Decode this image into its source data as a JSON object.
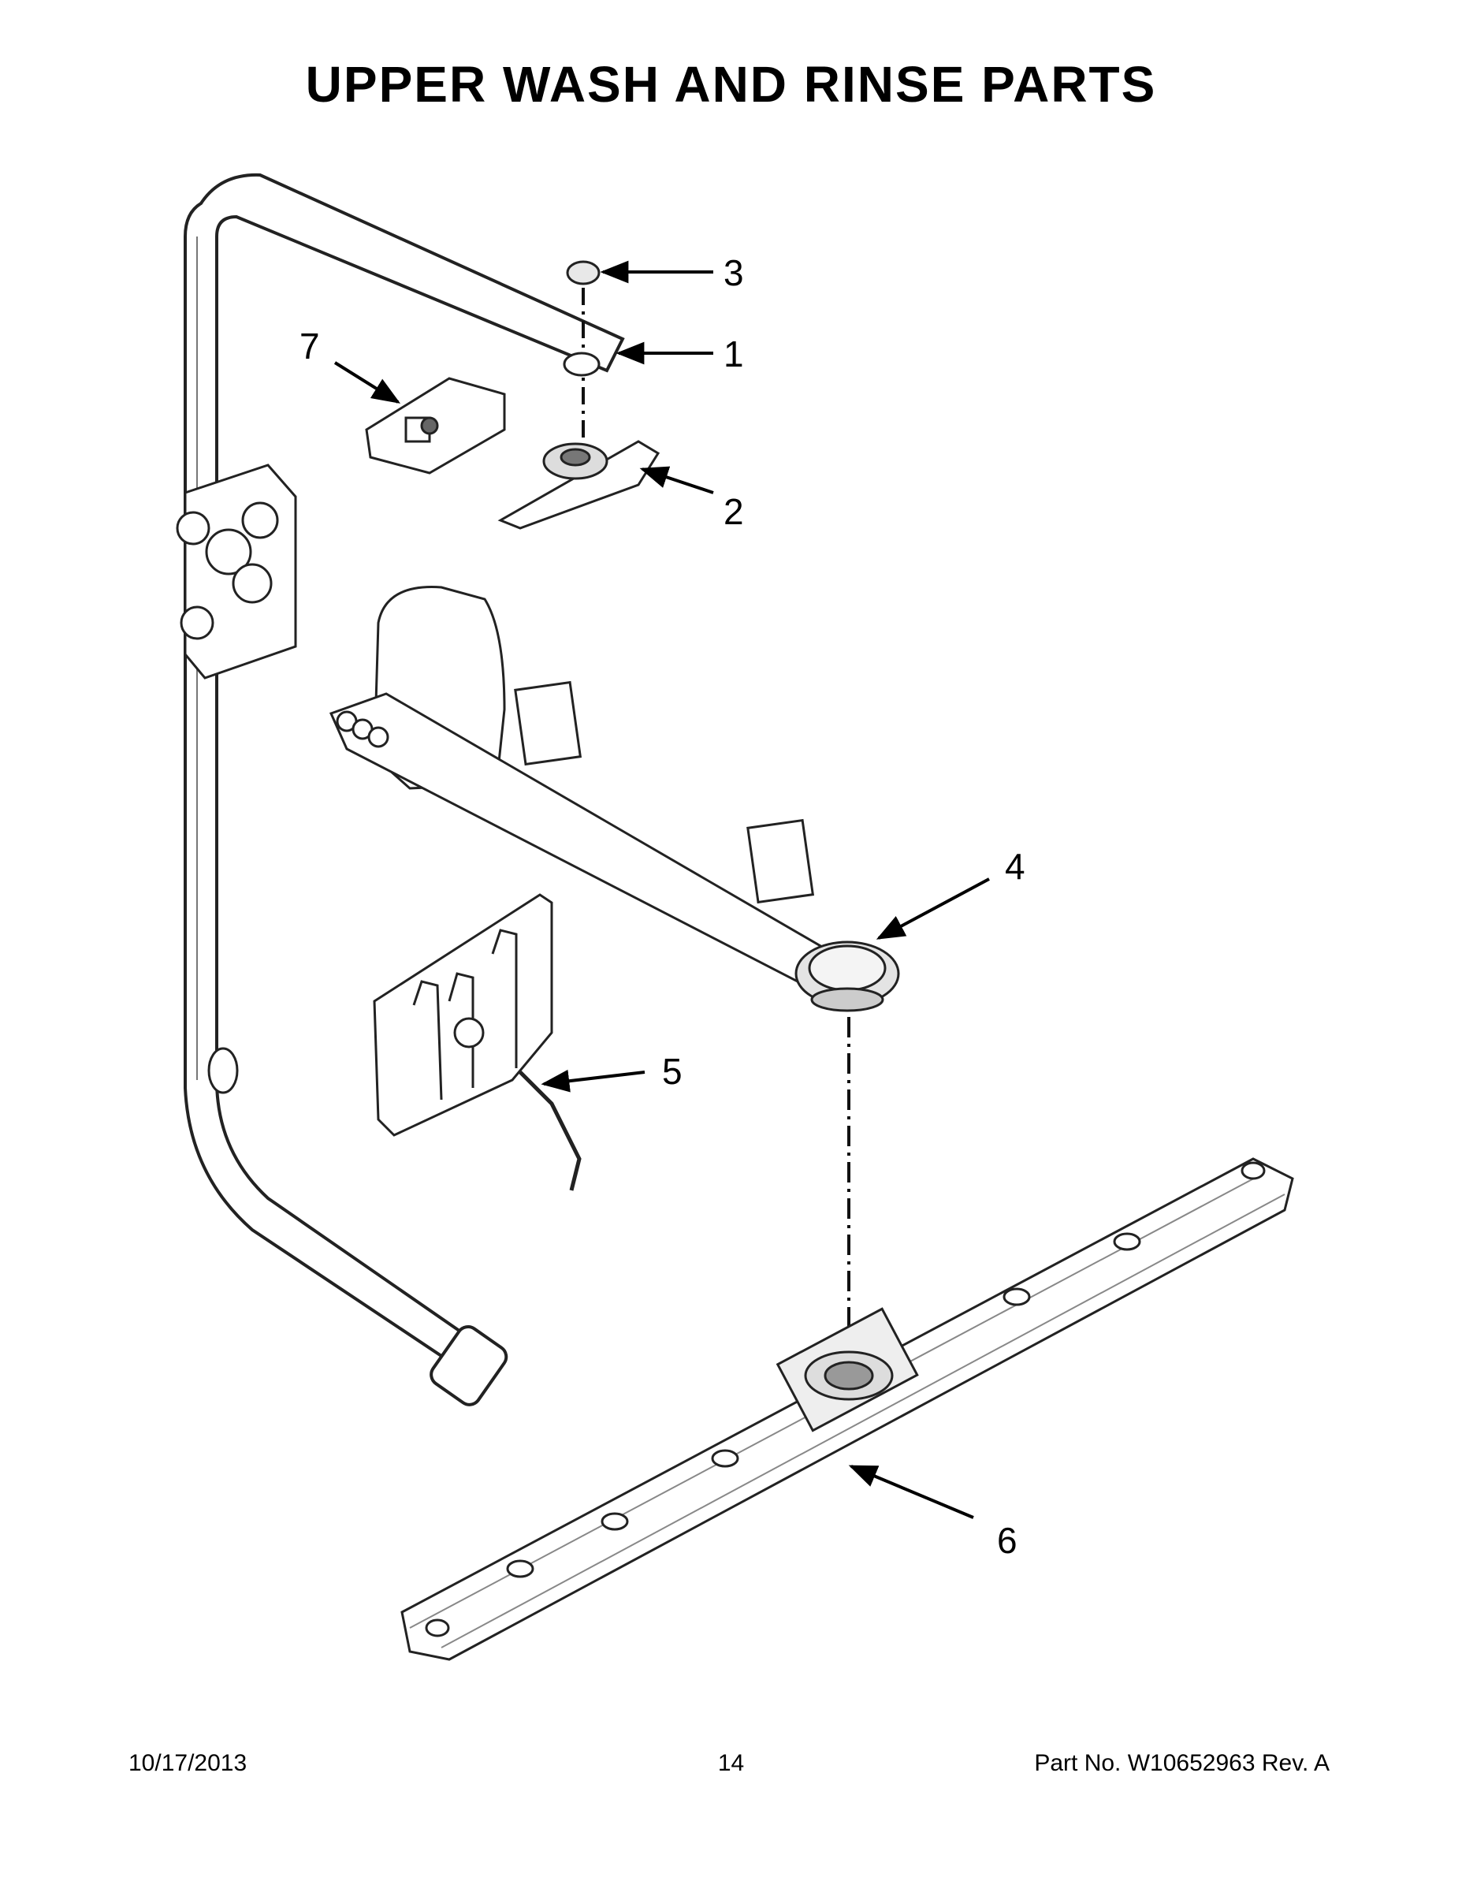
{
  "title": "UPPER WASH AND RINSE PARTS",
  "callouts": [
    "1",
    "2",
    "3",
    "4",
    "5",
    "6",
    "7"
  ],
  "footer": {
    "date": "10/17/2013",
    "page": "14",
    "part_no": "Part No.  W10652963  Rev.  A"
  }
}
